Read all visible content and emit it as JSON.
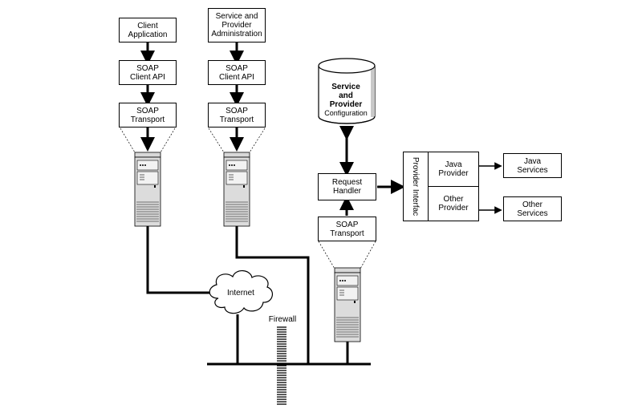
{
  "left_client": {
    "app": [
      "Client",
      "Application"
    ],
    "api": [
      "SOAP",
      "Client API"
    ],
    "transport": [
      "SOAP",
      "Transport"
    ]
  },
  "admin_client": {
    "app": [
      "Service and",
      "Provider",
      "Administration"
    ],
    "api": [
      "SOAP",
      "Client API"
    ],
    "transport": [
      "SOAP",
      "Transport"
    ]
  },
  "server": {
    "config": [
      "Service",
      "and",
      "Provider",
      "Configuration"
    ],
    "request_handler": [
      "Request",
      "Handler"
    ],
    "transport": [
      "SOAP",
      "Transport"
    ],
    "provider_interface": "Provider Interfac",
    "java_provider": [
      "Java",
      "Provider"
    ],
    "other_provider": [
      "Other",
      "Provider"
    ],
    "java_services": [
      "Java",
      "Services"
    ],
    "other_services": [
      "Other",
      "Services"
    ]
  },
  "network": {
    "internet": "Internet",
    "firewall": "Firewall"
  }
}
